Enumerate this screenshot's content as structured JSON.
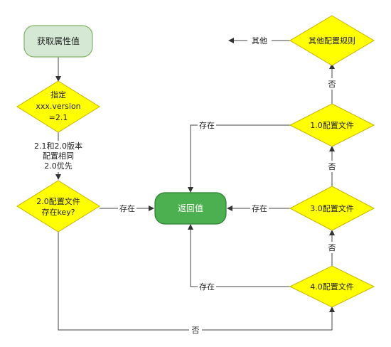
{
  "colors": {
    "start_fill": "#d5e8d4",
    "start_stroke": "#82b366",
    "result_fill": "#4caf50",
    "result_stroke": "#2e7d32",
    "decision_fill": "#ffff00",
    "decision_stroke": "#c9b300",
    "edge": "#444444"
  },
  "nodes": {
    "start": {
      "label": "获取属性值"
    },
    "check_version": {
      "line1": "指定",
      "line2": "xxx.version",
      "line3": "=2.1"
    },
    "check_20": {
      "line1": "2.0配置文件",
      "line2": "存在key?"
    },
    "return_value": {
      "label": "返回值"
    },
    "config_40": {
      "label": "4.0配置文件"
    },
    "config_30": {
      "label": "3.0配置文件"
    },
    "config_10": {
      "label": "1.0配置文件"
    },
    "other_rules": {
      "label": "其他配置规则"
    }
  },
  "edges": {
    "version_note": {
      "line1": "2.1和2.0版本",
      "line2": "配置相同",
      "line3": "2.0优先"
    },
    "exists_label": "存在",
    "no_label": "否",
    "other_label": "其他"
  }
}
